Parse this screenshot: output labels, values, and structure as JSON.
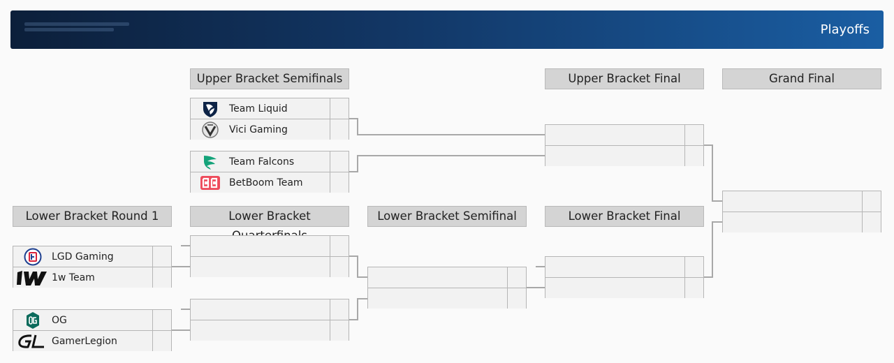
{
  "banner": {
    "title": "Playoffs"
  },
  "rounds": {
    "ubs": "Upper Bracket Semifinals",
    "ubf": "Upper Bracket Final",
    "gf": "Grand Final",
    "lbr1": "Lower Bracket Round 1",
    "lbqf": "Lower Bracket Quarterfinals",
    "lbs": "Lower Bracket Semifinal",
    "lbf": "Lower Bracket Final"
  },
  "matches": {
    "ubs1": {
      "top": "Team Liquid",
      "bottom": "Vici Gaming"
    },
    "ubs2": {
      "top": "Team Falcons",
      "bottom": "BetBoom Team"
    },
    "lbr1a": {
      "top": "LGD Gaming",
      "bottom": "1w Team"
    },
    "lbr1b": {
      "top": "OG",
      "bottom": "GamerLegion"
    },
    "lbqf1": {
      "top": "",
      "bottom": ""
    },
    "lbqf2": {
      "top": "",
      "bottom": ""
    },
    "lbs": {
      "top": "",
      "bottom": ""
    },
    "lbf": {
      "top": "",
      "bottom": ""
    },
    "ubf": {
      "top": "",
      "bottom": ""
    },
    "gf": {
      "top": "",
      "bottom": ""
    }
  },
  "icons": {
    "liquid": "team-liquid-logo-icon",
    "vici": "vici-gaming-logo-icon",
    "falcons": "team-falcons-logo-icon",
    "betboom": "betboom-logo-icon",
    "lgd": "lgd-logo-icon",
    "onew": "1w-logo-icon",
    "og": "og-logo-icon",
    "gl": "gamerlegion-logo-icon"
  },
  "colors": {
    "banner_start": "#0c1f3a",
    "banner_end": "#1a5ea3",
    "header_bg": "#d4d4d4",
    "slot_bg": "#f2f2f2",
    "connector": "#a8a8a8"
  }
}
